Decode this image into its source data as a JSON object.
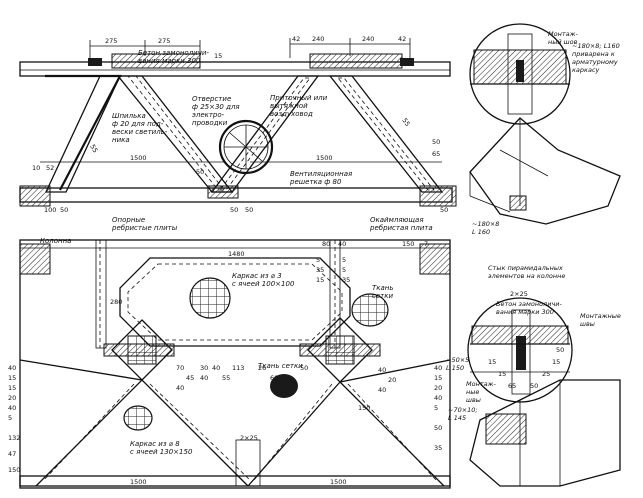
{
  "elevation": {
    "dims_top_left": [
      "275",
      "275"
    ],
    "dims_top_right": [
      "42",
      "240",
      "240",
      "42"
    ],
    "dim_small_15": "15",
    "span_left": "1500",
    "span_right": "1500",
    "dim_50": "50",
    "dim_65": "65",
    "dims_bottom_mid": [
      "50",
      "50",
      "50"
    ],
    "dims_left": [
      "10",
      "52",
      "50"
    ],
    "dim_100": "100",
    "dim_55_a": "55",
    "dim_55_b": "55",
    "dim_50_b": "50",
    "label_concrete": "Бетон замоноличи-\nвания марки 300",
    "label_hole": "Отверстие\nф 25×30 для\nэлектро-\nпроводки",
    "label_duct": "Приточный или\nвытяжной\nвоздуховод",
    "label_bracket": "Шпилька\nф 20 для под-\nвески светиль-\nника",
    "label_vent": "Вентиляционная\nрешетка ф 80"
  },
  "plan": {
    "label_left_ribs": "Опорные\nребристые плиты",
    "label_right_ribs": "Окаймляющая\nребристая плита",
    "label_column": "Колонна",
    "dim_1480": "1480",
    "dim_280": "280",
    "dims_top_mid": [
      "80",
      "40"
    ],
    "dims_top_right": [
      "150",
      "7"
    ],
    "dims_side": [
      "5",
      "35",
      "15",
      "5",
      "5",
      "35"
    ],
    "label_cage": "Каркас из ⌀ 3\nс ячеей 100×100",
    "label_mesh": "Ткань\nсетки",
    "label_mesh_b": "Ткань сетки",
    "label_cage_b": "Каркас из ⌀ 8\nс ячеей 130×150",
    "dim_2x25": "2×25",
    "dims_bottom": [
      "1500",
      "1500"
    ],
    "dims_left_vert": [
      "40",
      "15",
      "15",
      "20",
      "40",
      "5",
      "132",
      "47",
      "150"
    ],
    "dims_center": [
      "70",
      "45",
      "40",
      "30",
      "40",
      "40",
      "55",
      "113",
      "26",
      "60",
      "50",
      "40",
      "20",
      "40",
      "150"
    ],
    "dims_right_vert": [
      "40",
      "15",
      "20",
      "40",
      "5",
      "50",
      "35"
    ]
  },
  "details": {
    "top_label_seam": "Монтаж-\nный шов",
    "top_label_plate": "~180×8; L160\nприварена к\nарматурному\nкаркасу",
    "joint_label": "~180×8\nL 160",
    "caption": "Стык пирамидальных\nэлементов на колонне",
    "dim_2x25": "2×25",
    "concrete_label": "Бетон замоноличи-\nвания марки 300",
    "seam_label_b": "Монтажные\nшвы",
    "plate_label_a": "~50×5\nL 150",
    "plate_label_b": "~70×10;\nL 145",
    "seam_label_c": "Монтаж-\nные\nшвы",
    "dims_b": [
      "15",
      "15",
      "65",
      "50",
      "25",
      "15",
      "50"
    ]
  }
}
